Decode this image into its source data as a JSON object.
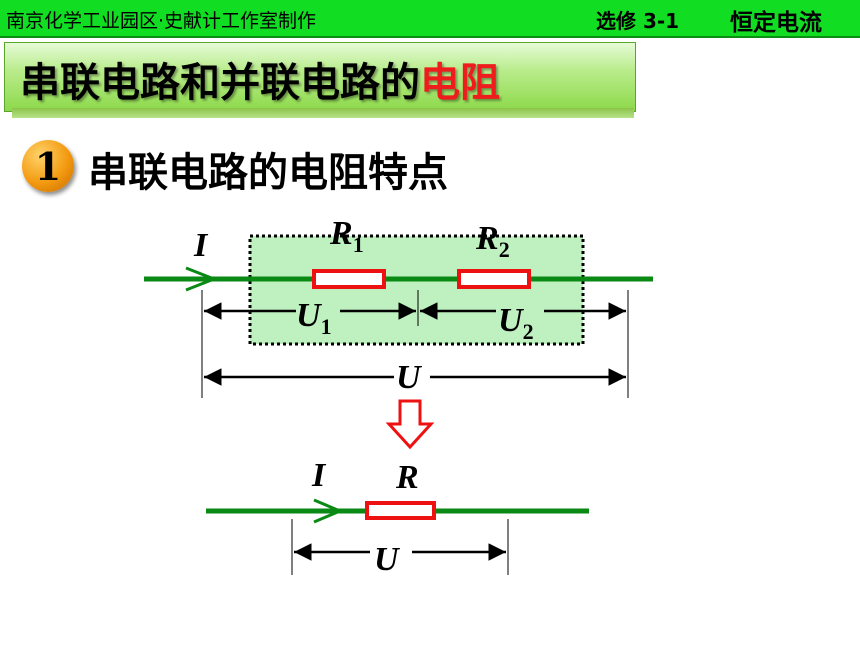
{
  "header": {
    "left_text": "南京化学工业园区·史献计工作室制作",
    "course": "选修 3-1",
    "chapter": "恒定电流"
  },
  "title": {
    "main": "串联电路和并联电路的",
    "highlight": "电阻"
  },
  "section": {
    "number": "1",
    "heading": "串联电路的电阻特点"
  },
  "diagram": {
    "current": "I",
    "r1": "R",
    "r1_sub": "1",
    "r2": "R",
    "r2_sub": "2",
    "u1": "U",
    "u1_sub": "1",
    "u2": "U",
    "u2_sub": "2",
    "u_total": "U",
    "eq_current": "I",
    "eq_r": "R",
    "eq_u": "U",
    "colors": {
      "wire": "#0a8a14",
      "resistor": "#ee1111",
      "box_fill": "#bff0c0",
      "arrow": "#ee1111"
    }
  }
}
